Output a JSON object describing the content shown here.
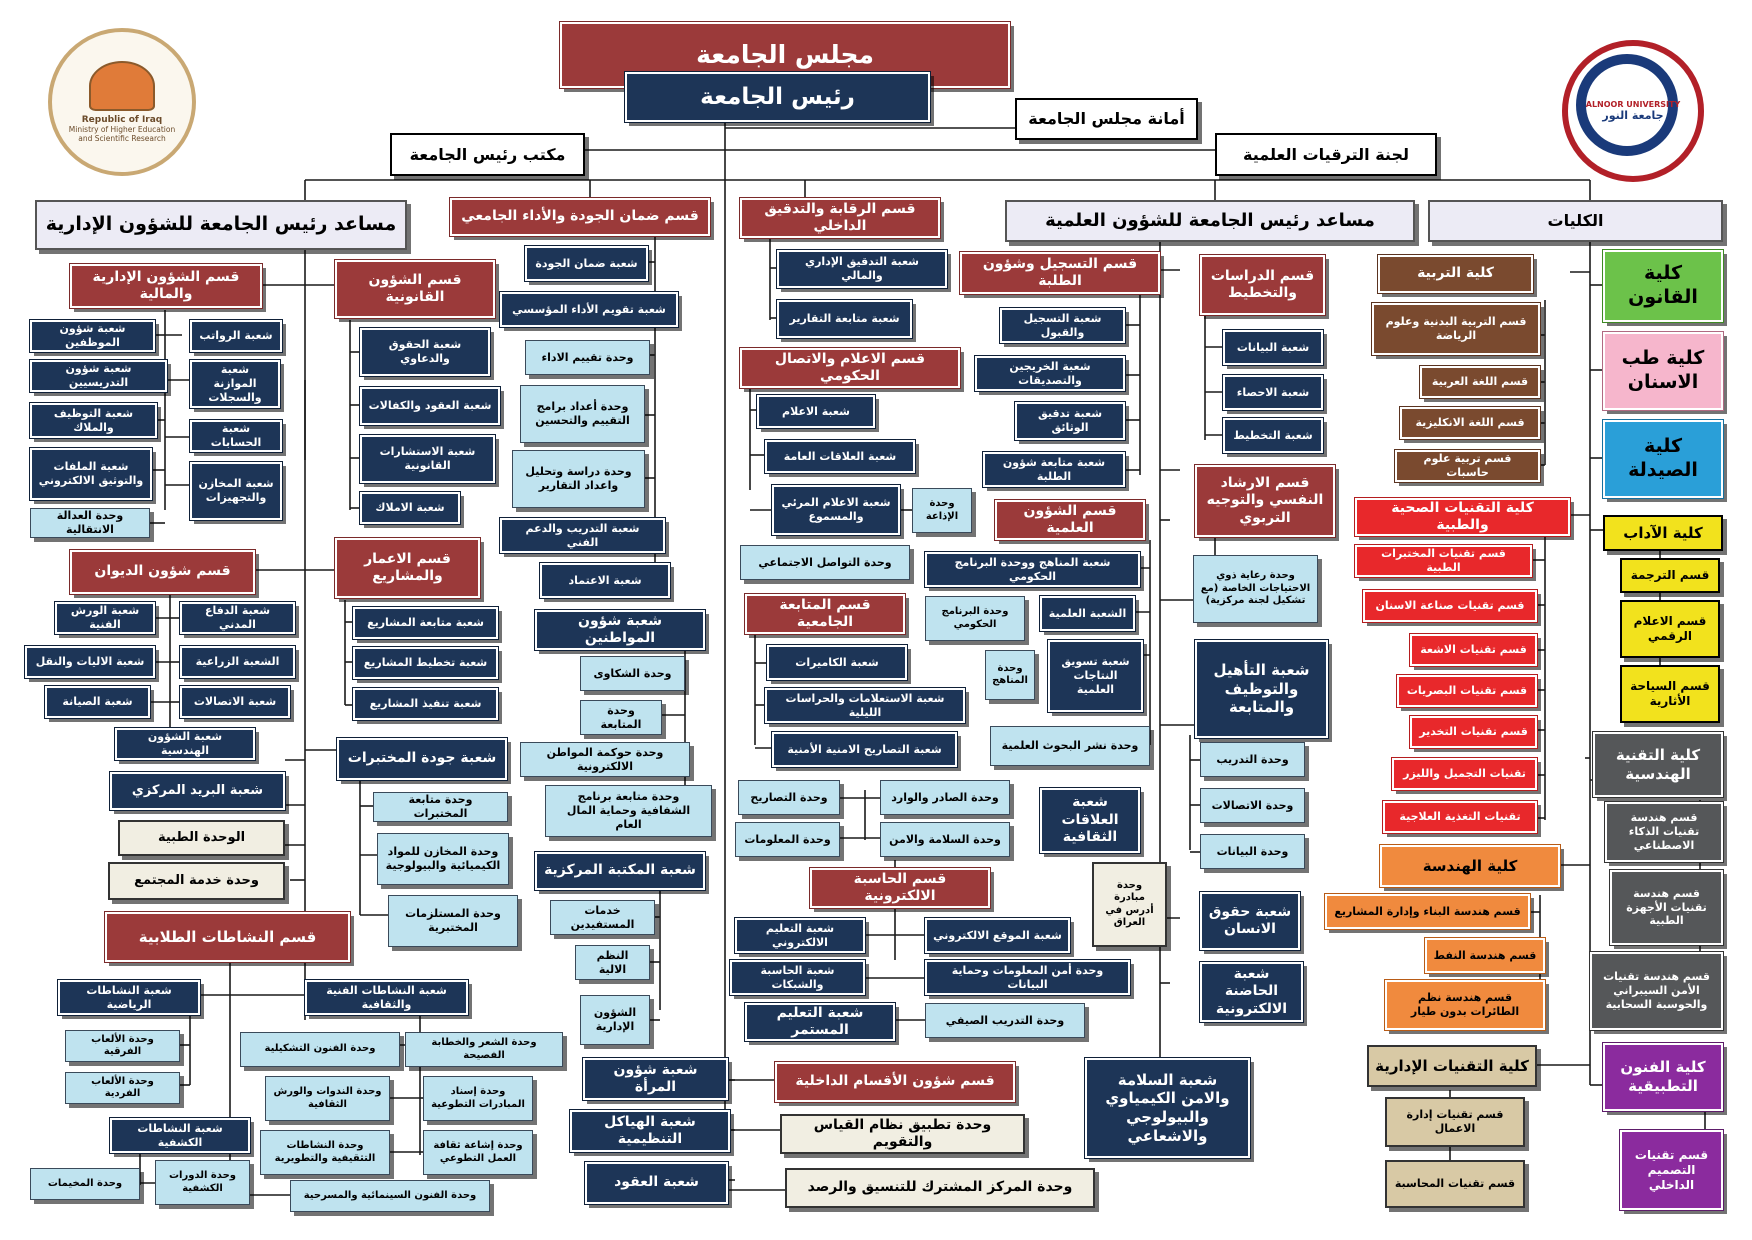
{
  "logos": {
    "ministry": {
      "text": "Ministry of Higher Education and Scientific Research",
      "sub": "Republic of Iraq",
      "icon": "ministry-seal-icon"
    },
    "university": {
      "text": "ALNOOR UNIVERSITY",
      "sub": "جامعة النور",
      "icon": "university-seal-icon"
    }
  },
  "top": {
    "council": "مجلس الجامعة",
    "president": "رئيس الجامعة",
    "council_secretariat": "أمانة مجلس الجامعة",
    "president_office": "مكتب رئيس الجامعة",
    "promotions": "لجنة الترقيات العلمية"
  },
  "admin": {
    "head": "مساعد رئيس الجامعة للشؤون الإدارية",
    "finance": {
      "title": "قسم الشؤون الإدارية والمالية",
      "staff": "شعبة شؤون الموظفين",
      "salaries": "شعبة الرواتب",
      "teaching": "شعبة شؤون التدريسيين",
      "budget": "شعبة الموازنة والسجلات",
      "employment": "شعبة التوظيف والملاك",
      "accounts": "شعبة الحسابات",
      "files": "شعبة الملفات والتوثيق الالكتروني",
      "stores": "شعبة المخازن والتجهيزات",
      "justice": "وحدة العدالة الانتقالية"
    },
    "legal": {
      "title": "قسم الشؤون القانونية",
      "rights": "شعبة الحقوق والدعاوي",
      "contracts": "شعبة العقود والكفالات",
      "consult": "شعبة الاستشارات القانونية",
      "property": "شعبة الاملاك"
    },
    "diwan": {
      "title": "قسم شؤون الديوان",
      "workshops": "شعبة الورش الفنية",
      "civil": "شعبة الدفاع المدني",
      "vehicles": "شعبة الاليات والنقل",
      "agri": "الشعبة الزراعية",
      "maint": "شعبة الصيانة",
      "comms": "شعبة الاتصالات",
      "eng": "شعبة الشؤون الهندسية"
    },
    "mail": "شعبة البريد المركزي",
    "medical": "الوحدة الطبية",
    "community": "وحدة خدمة المجتمع",
    "projects": {
      "title": "قسم الاعمار والمشاريع",
      "follow": "شعبة متابعة المشاريع",
      "plan": "شعبة تخطيط المشاريع",
      "exec": "شعبة تنفيذ المشاريع"
    },
    "labs": {
      "title": "شعبة جودة المختبرات",
      "follow": "وحدة متابعة المختبرات",
      "stores": "وحدة المخازن للمواد الكيميائية والبيولوجية",
      "supplies": "وحدة المستلزمات المختبرية"
    },
    "activities": {
      "title": "قسم النشاطات الطلابية",
      "sports": "شعبة النشاطات الرياضية",
      "arts": "شعبة النشاطات الفنية والثقافية",
      "team_games": "وحدة الألعاب الفرقية",
      "plastic": "وحدة الفنون التشكيلية",
      "poetry": "وحدة الشعر والخطابة الفصيحة",
      "single_games": "وحدة الألعاب الفردية",
      "seminars": "وحدة الندوات والورش الثقافية",
      "volunteer_support": "وحدة إسناد المبادرات التطوعية",
      "scouts": "شعبة النشاطات الكشفية",
      "edu_activities": "وحدة النشاطات التثقيفية والتطويرية",
      "volunteer_culture": "وحدة إشاعة ثقافة العمل التطوعي",
      "camps": "وحدة المخيمات",
      "scout_courses": "وحدة الدورات الكشفية",
      "cinema": "وحدة الفنون السينمائية والمسرحية"
    }
  },
  "quality": {
    "title": "قسم ضمان الجودة والأداء الجامعي",
    "assurance": "شعبة ضمان الجودة",
    "inst_eval": "شعبة تقويم الأداء المؤسسي",
    "perf_eval": "وحدة تقييم الاداء",
    "programs": "وحدة أعداد برامج التقييم والتحسين",
    "reports": "وحدة دراسة وتحليل واعداد التقارير",
    "training": "شعبة التدريب والدعم الفني",
    "accredit": "شعبة الاعتماد"
  },
  "citizens": {
    "title": "شعبة شؤون المواطنين",
    "complaints": "وحدة الشكاوى",
    "follow": "وحدة المتابعة",
    "egov": "وحدة حوكمة المواطن الالكترونية",
    "transparency": "وحدة متابعة برنامج الشفافية وحماية المال العام"
  },
  "library": {
    "title": "شعبة المكتبة المركزية",
    "services": "خدمات المستفيدين",
    "systems": "النظم الالية",
    "admin": "الشؤون الإدارية"
  },
  "women": "شعبة شؤون المرأة",
  "structures": "شعبة الهياكل التنظيمية",
  "contracts": "شعبة العقود",
  "audit": {
    "title": "قسم الرقابة والتدقيق الداخلي",
    "admin_fin": "شعبة التدقيق الإداري والمالي",
    "reports": "شعبة متابعة التقارير"
  },
  "media": {
    "title": "قسم الاعلام والاتصال الحكومي",
    "media": "شعبة الاعلام",
    "relations": "شعبة العلاقات العامة",
    "av": "شعبة الاعلام المرئي والمسموع",
    "radio": "وحدة الإذاعة",
    "social": "وحدة التواصل الاجتماعي"
  },
  "followup": {
    "title": "قسم المتابعة الجامعية",
    "cameras": "شعبة الكاميرات",
    "intel": "شعبة الاستعلامات والحراسات الليلية",
    "permits": "شعبة التصاريح الامنية الأمنية",
    "permits_unit": "وحدة التصاريح",
    "incoming": "وحدة الصادر والوارد",
    "info": "وحدة المعلومات",
    "safety": "وحدة السلامة والامن"
  },
  "computer": {
    "title": "قسم الحاسبة الالكترونية",
    "elearn": "شعبة التعليم الالكتروني",
    "website": "شعبة الموقع الالكتروني",
    "networks": "شعبة الحاسبة والشبكات",
    "security": "وحدة أمن المعلومات وحماية البيانات"
  },
  "continuing": {
    "title": "شعبة التعليم المستمر",
    "summer": "وحدة التدريب الصيفي"
  },
  "internal": "قسم شؤون الأقسام الداخلية",
  "measurement": "وحدة تطبيق نظام القياس والتقويم",
  "center": "وحدة المركز المشترك للتنسيق والرصد",
  "sci": {
    "head": "مساعد رئيس الجامعة للشؤون العلمية",
    "registration": {
      "title": "قسم التسجيل وشؤون الطلبة",
      "admission": "شعبة التسجيل والقبول",
      "grads": "شعبة الخريجين والتصديقات",
      "docs": "شعبة تدقيق الوثائق",
      "students": "شعبة متابعة شؤون الطلبة"
    },
    "studies": {
      "title": "قسم الدراسات والتخطيط",
      "data": "شعبة البيانات",
      "stats": "شعبة الاحصاء",
      "plan": "شعبة التخطيط"
    },
    "affairs": {
      "title": "قسم الشؤون العلمية",
      "curricula": "شعبة المناهج ووحدة البرنامج الحكومي",
      "scientific": "الشعبة العلمية",
      "gov_program": "وحدة البرنامج الحكومي",
      "curricula_unit": "وحدة المناهج",
      "marketing": "شعبة تسويق النتاجات العلمية",
      "publish": "وحدة نشر البحوث العلمية"
    },
    "guidance": {
      "title": "قسم الارشاد النفسي والتوجيه التربوي",
      "special": "وحدة رعاية ذوي الاحتياجات الخاصة (مع تشكيل لجنة مركزية)"
    },
    "rehab": {
      "title": "شعبة التأهيل والتوظيف والمتابعة",
      "training": "وحدة التدريب",
      "comms": "وحدة الاتصالات",
      "data": "وحدة البيانات"
    },
    "cultural": "شعبة العلاقات الثقافية",
    "learn_iraq": "وحدة مبادرة أدرس في العراق",
    "human_rights": "شعبة حقوق الانسان",
    "incubator": "شعبة الحاضنة الالكترونية",
    "safety": "شعبة السلامة والامن الكيمياوي والبيولوجي والاشعاعي"
  },
  "colleges": {
    "title": "الكليات",
    "education": {
      "title": "كلية التربية",
      "pe": "قسم التربية البدنية وعلوم الرياضة",
      "arabic": "قسم اللغة العربية",
      "english": "قسم اللغة الانكليزية",
      "cs": "قسم تربية علوم حاسبات"
    },
    "law": "كلية القانون",
    "dentistry": "كلية طب الاسنان",
    "pharmacy": "كلية الصيدلة",
    "health": {
      "title": "كلية التقنيات الصحية والطبية",
      "labs": "قسم تقنيات المختبرات الطبية",
      "dental": "قسم تقنيات صناعة الاسنان",
      "radiology": "قسم تقنيات الاشعة",
      "optics": "قسم تقنيات البصريات",
      "anesthesia": "قسم تقنيات التخدير",
      "beauty": "تقنيات التجميل والليزر",
      "nutrition": "تقنيات التغذية العلاجية"
    },
    "arts": {
      "title": "كلية الآداب",
      "translation": "قسم الترجمة",
      "digital_media": "قسم الاعلام الرقمي",
      "tourism": "قسم السياحة الأثارية"
    },
    "tech_eng": {
      "title": "كلية التقنية الهندسية",
      "ai": "قسم هندسة تقنيات الذكاء الاصطناعي",
      "medical": "قسم هندسة تقنيات الأجهزة الطبية",
      "cyber": "قسم هندسة تقنيات الأمن السيبراني والحوسبة السحابية"
    },
    "engineering": {
      "title": "كلية الهندسة",
      "civil": "قسم هندسة البناء وإدارة المشاريع",
      "oil": "قسم هندسة النفط",
      "drones": "قسم هندسة نظم الطائرات بدون طيار"
    },
    "admin_tech": {
      "title": "كلية التقنيات الإدارية",
      "business": "قسم تقنيات إدارة الاعمال",
      "accounting": "قسم تقنيات المحاسبة"
    },
    "fine_arts": {
      "title": "كلية الفنون التطبيقية",
      "design": "قسم تقنيات التصميم الداخلي"
    }
  }
}
